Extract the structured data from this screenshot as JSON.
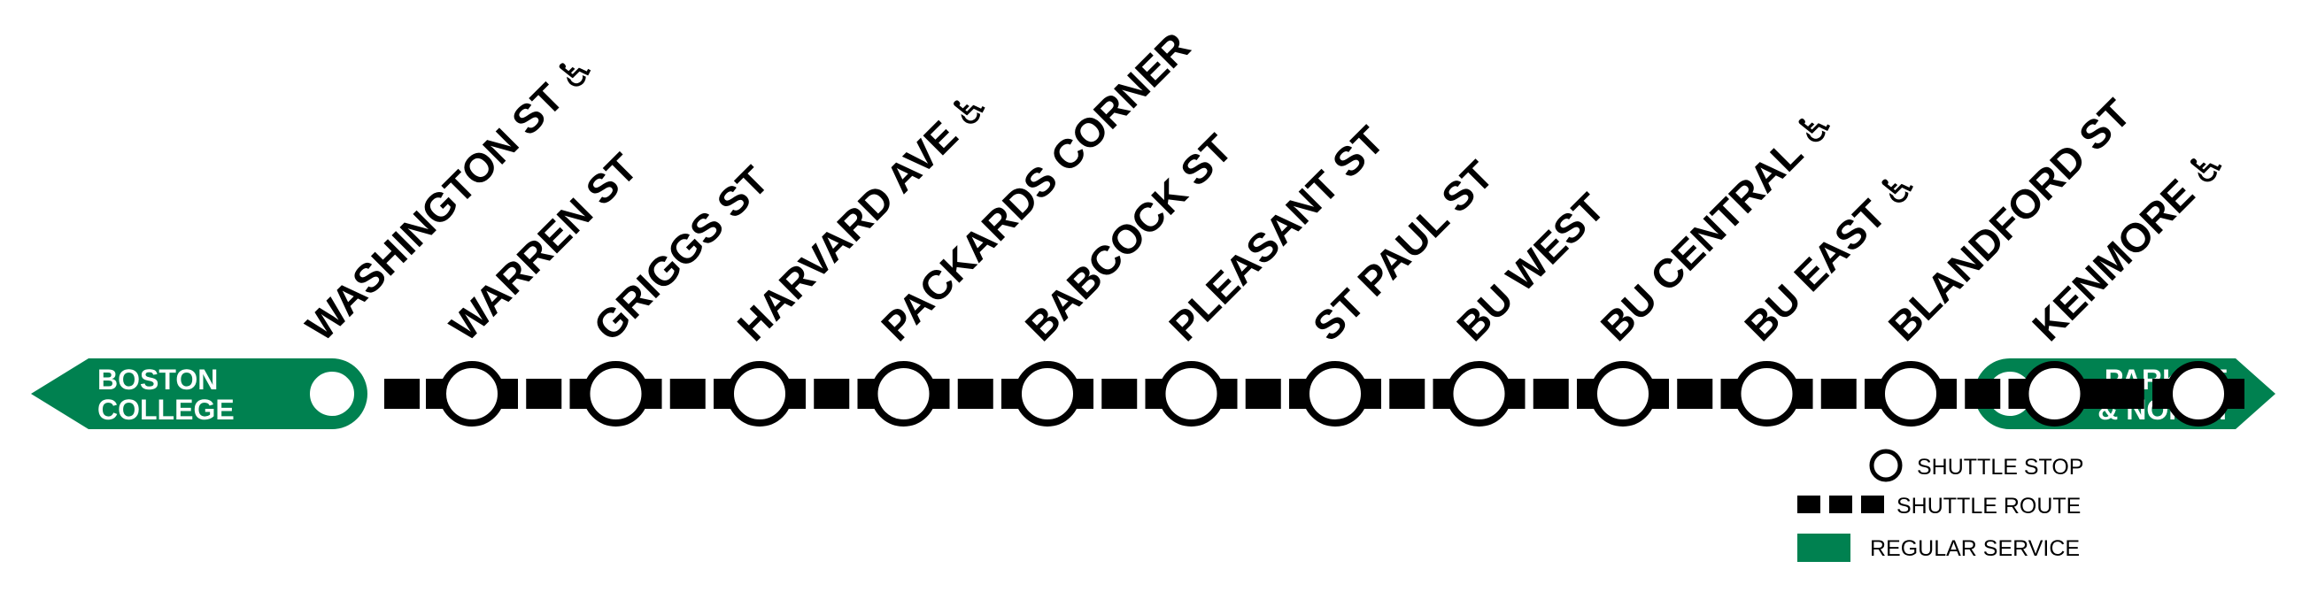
{
  "colors": {
    "regular_service": "#008150",
    "shuttle": "#000000",
    "stop_fill": "#ffffff",
    "background": "#ffffff"
  },
  "terminals": {
    "west": {
      "lines": [
        "BOSTON",
        "COLLEGE"
      ]
    },
    "east": {
      "lines": [
        "PARK ST",
        "& NORTH"
      ]
    }
  },
  "stops": [
    {
      "name": "WASHINGTON ST",
      "accessible": true,
      "icon": "wheelchair-icon"
    },
    {
      "name": "WARREN ST",
      "accessible": false
    },
    {
      "name": "GRIGGS ST",
      "accessible": false
    },
    {
      "name": "HARVARD AVE",
      "accessible": true,
      "icon": "wheelchair-icon"
    },
    {
      "name": "PACKARDS CORNER",
      "accessible": false
    },
    {
      "name": "BABCOCK ST",
      "accessible": false
    },
    {
      "name": "PLEASANT ST",
      "accessible": false
    },
    {
      "name": "ST PAUL ST",
      "accessible": false
    },
    {
      "name": "BU WEST",
      "accessible": false
    },
    {
      "name": "BU CENTRAL",
      "accessible": true,
      "icon": "wheelchair-icon"
    },
    {
      "name": "BU EAST",
      "accessible": true,
      "icon": "wheelchair-icon"
    },
    {
      "name": "BLANDFORD ST",
      "accessible": false
    },
    {
      "name": "KENMORE",
      "accessible": true,
      "icon": "wheelchair-icon"
    }
  ],
  "legend": {
    "items": [
      {
        "label": "SHUTTLE STOP",
        "icon": "shuttle-stop-icon"
      },
      {
        "label": "SHUTTLE ROUTE",
        "icon": "shuttle-route-icon"
      },
      {
        "label": "REGULAR SERVICE",
        "icon": "regular-service-icon"
      }
    ]
  }
}
